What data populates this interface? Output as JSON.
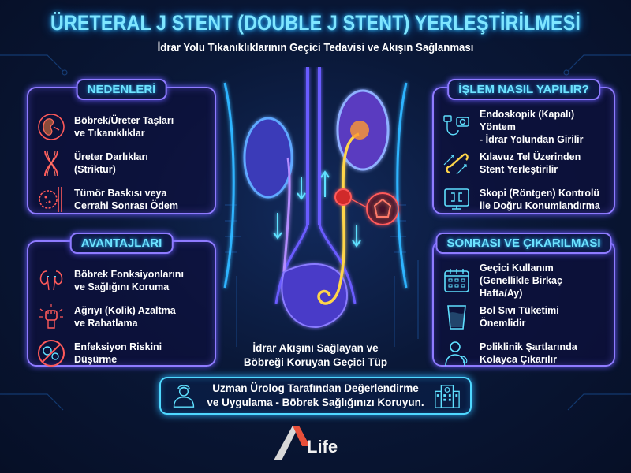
{
  "header": {
    "title": "ÜRETERAL J STENT (DOUBLE J STENT) YERLEŞTİRİLMESİ",
    "subtitle": "İdrar Yolu Tıkanıklıklarının Geçici Tedavisi ve Akışın Sağlanması"
  },
  "panels": {
    "causes": {
      "title": "NEDENLERİ",
      "items": [
        {
          "icon": "kidney-stone-icon",
          "line1": "Böbrek/Üreter Taşları",
          "line2": "ve Tıkanıklıklar"
        },
        {
          "icon": "ureter-stricture-icon",
          "line1": "Üreter Darlıkları",
          "line2": "(Striktur)"
        },
        {
          "icon": "tumor-compression-icon",
          "line1": "Tümör Baskısı veya",
          "line2": "Cerrahi Sonrası Ödem"
        }
      ]
    },
    "procedure": {
      "title": "İŞLEM NASIL YAPILIR?",
      "items": [
        {
          "icon": "endoscope-camera-icon",
          "line1": "Endoskopik (Kapalı) Yöntem",
          "line2": "- İdrar Yolundan Girilir"
        },
        {
          "icon": "guidewire-stent-icon",
          "line1": "Kılavuz Tel Üzerinden",
          "line2": "Stent Yerleştirilir"
        },
        {
          "icon": "fluoroscopy-monitor-icon",
          "line1": "Skopi (Röntgen) Kontrolü",
          "line2": "ile Doğru Konumlandırma"
        }
      ]
    },
    "advantages": {
      "title": "AVANTAJLARI",
      "items": [
        {
          "icon": "kidneys-icon",
          "line1": "Böbrek Fonksiyonlarını",
          "line2": "ve Sağlığını Koruma"
        },
        {
          "icon": "pain-fist-icon",
          "line1": "Ağrıyı (Kolik) Azaltma",
          "line2": "ve Rahatlama"
        },
        {
          "icon": "no-infection-icon",
          "line1": "Enfeksiyon Riskini",
          "line2": "Düşürme"
        }
      ]
    },
    "aftercare": {
      "title": "SONRASI VE ÇIKARILMASI",
      "items": [
        {
          "icon": "calendar-icon",
          "line1": "Geçici Kullanım",
          "line2": "(Genellikle Birkaç Hafta/Ay)"
        },
        {
          "icon": "water-glass-icon",
          "line1": "Bol Sıvı Tüketimi",
          "line2": "Önemlidir"
        },
        {
          "icon": "doctor-icon",
          "line1": "Poliklinik Şartlarında",
          "line2": "Kolayca Çıkarılır"
        }
      ]
    }
  },
  "center": {
    "caption_line1": "İdrar Akışını Sağlayan ve",
    "caption_line2": "Böbreği Koruyan Geçici Tüp"
  },
  "banner": {
    "line1": "Uzman Ürolog Tarafından Değerlendirme",
    "line2": "ve Uygulama - Böbrek Sağlığınızı Koruyun."
  },
  "logo": {
    "text": "Life"
  },
  "colors": {
    "title": "#7fe6ff",
    "panel_border": "#8f7bff",
    "banner_border": "#4fd8ff",
    "icon_red": "#ff5a5a",
    "icon_cyan": "#5fe0ff",
    "stent_yellow": "#ffd54a"
  }
}
